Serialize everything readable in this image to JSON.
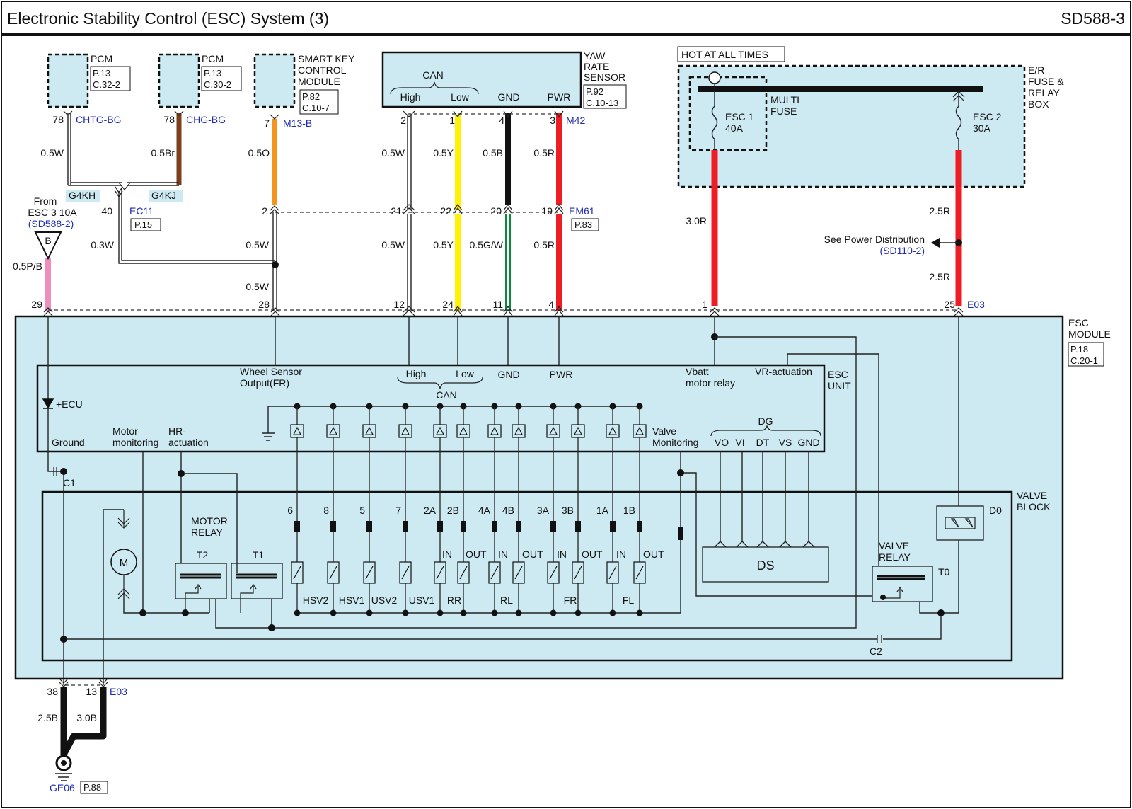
{
  "header": {
    "title": "Electronic Stability Control (ESC) System (3)",
    "code": "SD588-3"
  },
  "colors": {
    "module_fill": "#cde9f1",
    "wire_red": "#ee1c24",
    "wire_yellow": "#fff200",
    "wire_orange": "#f7941d",
    "wire_brown": "#7b3f1e",
    "wire_green": "#0a8a3a",
    "wire_pink": "#ec8fbf",
    "ref_blue": "#1f2bb0"
  },
  "pcm1": {
    "name": "PCM",
    "ref1": "P.13",
    "ref2": "C.32-2",
    "pin": "78",
    "conn": "CHTG-BG",
    "wire": "0.5W"
  },
  "pcm2": {
    "name": "PCM",
    "ref1": "P.13",
    "ref2": "C.30-2",
    "pin": "78",
    "conn": "CHG-BG",
    "wire": "0.5Br"
  },
  "smartkey": {
    "line1": "SMART KEY",
    "line2": "CONTROL",
    "line3": "MODULE",
    "ref1": "P.82",
    "ref2": "C.10-7",
    "pin": "7",
    "conn": "M13-B",
    "wire": "0.5O"
  },
  "yaw": {
    "line1": "YAW",
    "line2": "RATE",
    "line3": "SENSOR",
    "ref1": "P.92",
    "ref2": "C.10-13",
    "can": "CAN",
    "high": "High",
    "low": "Low",
    "gnd": "GND",
    "pwr": "PWR",
    "pin1": "2",
    "pin2": "1",
    "pin3": "4",
    "pin4": "3",
    "conn": "M42"
  },
  "hot": {
    "label": "HOT AT ALL TIMES"
  },
  "fusebox": {
    "line1": "E/R",
    "line2": "FUSE &",
    "line3": "RELAY",
    "line4": "BOX",
    "multi1": "MULTI",
    "multi2": "FUSE",
    "esc1": "ESC 1",
    "esc1a": "40A",
    "esc2": "ESC 2",
    "esc2a": "30A"
  },
  "splices": {
    "g4kh": "G4KH",
    "g4kj": "G4KJ"
  },
  "ec11": {
    "pin": "40",
    "conn": "EC11",
    "ref": "P.15",
    "wire": "0.3W"
  },
  "em61": {
    "p2": "2",
    "p21": "21",
    "p22": "22",
    "p20": "20",
    "p19": "19",
    "conn": "EM61",
    "ref": "P.83"
  },
  "wires": {
    "w05w_can": "0.5W",
    "w05y_can": "0.5Y",
    "w05b": "0.5B",
    "w05r": "0.5R",
    "w05w_low": "0.5W",
    "w05y_low": "0.5Y",
    "w05gw": "0.5G/W",
    "w05r_low": "0.5R",
    "w05w_a": "0.5W",
    "w05w_b": "0.5W",
    "w30r": "3.0R",
    "w25r_top": "2.5R",
    "w25r_bot": "2.5R"
  },
  "fromesc": {
    "line1": "From",
    "line2": "ESC 3 10A",
    "ref": "(SD588-2)",
    "tag": "B",
    "wire": "0.5P/B"
  },
  "powerdist": {
    "text": "See Power Distribution",
    "ref": "(SD110-2)"
  },
  "e03": {
    "p29": "29",
    "p28": "28",
    "p12": "12",
    "p24": "24",
    "p11": "11",
    "p4": "4",
    "p1": "1",
    "p25": "25",
    "conn": "E03"
  },
  "escmodule": {
    "line1": "ESC",
    "line2": "MODULE",
    "ref1": "P.18",
    "ref2": "C.20-1"
  },
  "escunit": {
    "line1": "ESC",
    "line2": "UNIT",
    "wheel1": "Wheel Sensor",
    "wheel2": "Output(FR)",
    "high": "High",
    "low": "Low",
    "can": "CAN",
    "gnd": "GND",
    "pwr": "PWR",
    "vbatt1": "Vbatt",
    "vbatt2": "motor relay",
    "vr": "VR-actuation",
    "ecu": "+ECU",
    "ground": "Ground",
    "motor1": "Motor",
    "motor2": "monitoring",
    "hr1": "HR-",
    "hr2": "actuation",
    "valve1": "Valve",
    "valve2": "Monitoring",
    "dg": "DG",
    "vo": "VO",
    "vi": "VI",
    "dt": "DT",
    "vs": "VS",
    "dgnd": "GND"
  },
  "valveblock": {
    "line1": "VALVE",
    "line2": "BLOCK",
    "relay1": "MOTOR",
    "relay2": "RELAY",
    "t2": "T2",
    "t1": "T1",
    "motor": "M",
    "pins": [
      "6",
      "8",
      "5",
      "7",
      "2A",
      "2B",
      "4A",
      "4B",
      "3A",
      "3B",
      "1A",
      "1B"
    ],
    "inout": [
      "IN",
      "OUT",
      "IN",
      "OUT",
      "IN",
      "OUT",
      "IN",
      "OUT"
    ],
    "groups": [
      "HSV2",
      "HSV1",
      "USV2",
      "USV1",
      "RR",
      "RL",
      "FR",
      "FL"
    ],
    "ds": "DS",
    "vrelay1": "VALVE",
    "vrelay2": "RELAY",
    "t0": "T0",
    "d0": "D0",
    "c1": "C1",
    "c2": "C2"
  },
  "ground": {
    "p38": "38",
    "p13": "13",
    "conn": "E03",
    "w1": "2.5B",
    "w2": "3.0B",
    "gconn": "GE06",
    "gref": "P.88"
  }
}
